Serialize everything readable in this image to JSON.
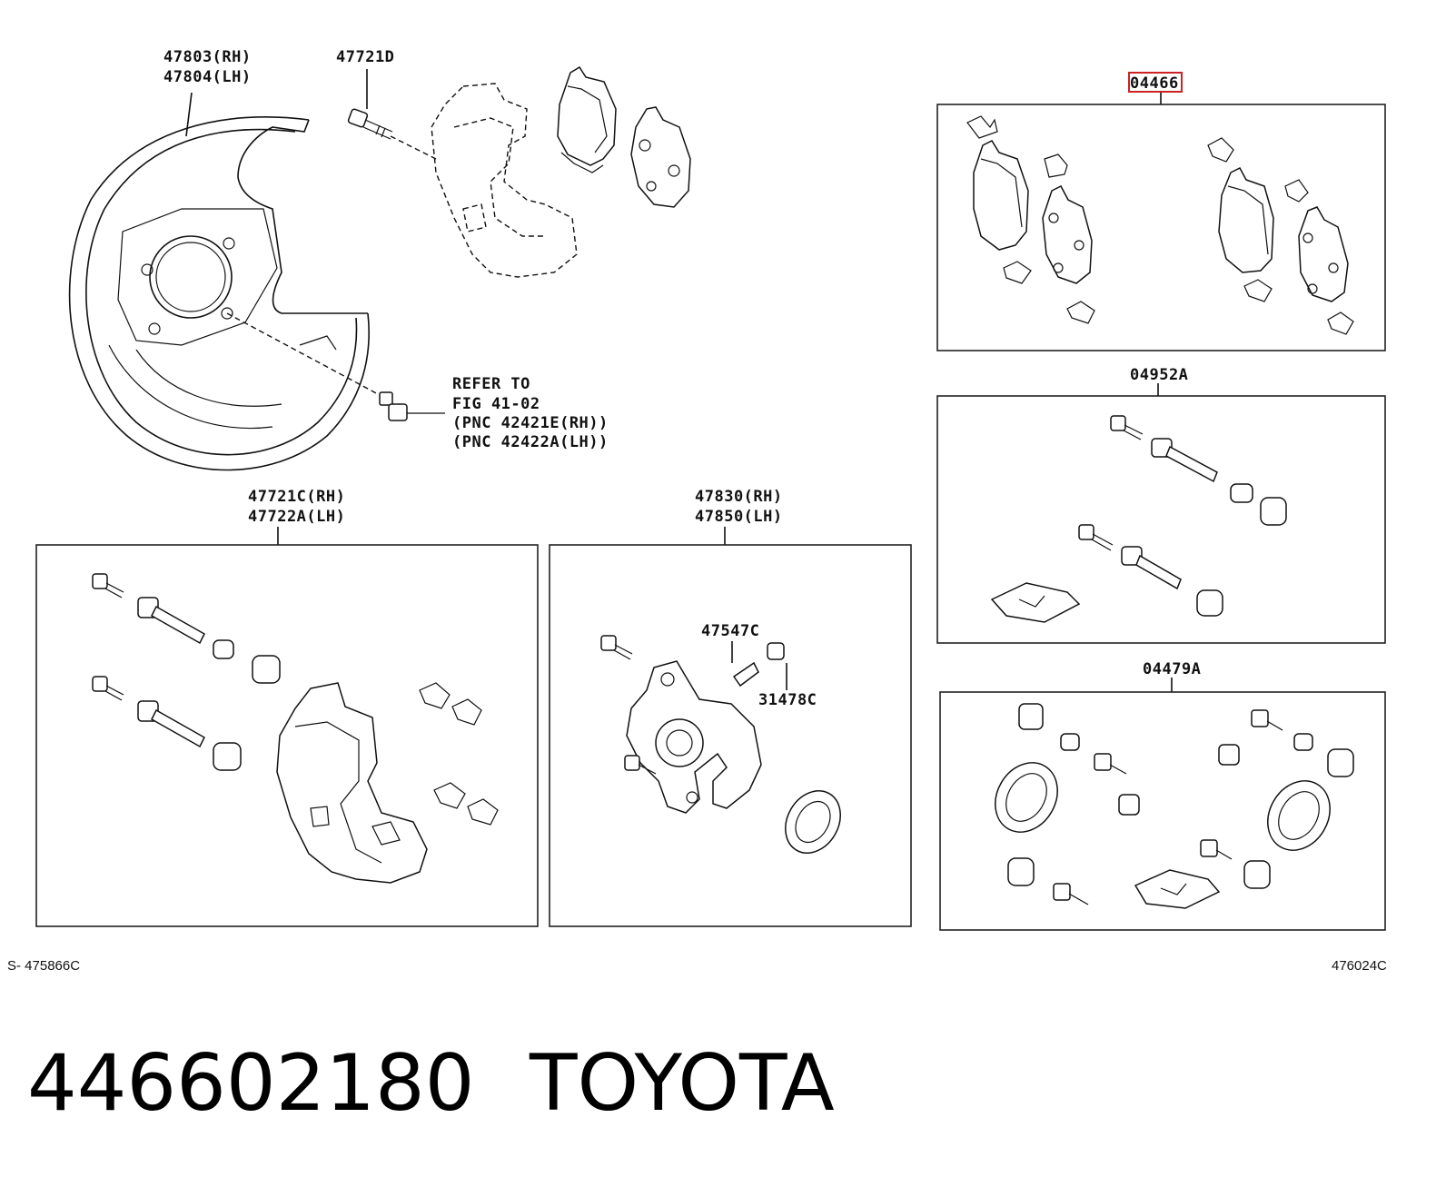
{
  "labels": {
    "shield_rh": "47803(RH)",
    "shield_lh": "47804(LH)",
    "bolt_top": "47721D",
    "refer_1": "REFER TO",
    "refer_2": "FIG 41-02",
    "refer_3": "(PNC 42421E(RH))",
    "refer_4": "(PNC 42422A(LH))",
    "pad_kit": "04466",
    "pin_kit": "04952A",
    "seal_kit": "04479A",
    "mount_rh": "47721C(RH)",
    "mount_lh": "47722A(LH)",
    "caliper_rh": "47830(RH)",
    "caliper_lh": "47850(LH)",
    "bleeder": "47547C",
    "cap": "31478C",
    "ref_left": "S- 475866C",
    "ref_right": "476024C"
  },
  "footer": {
    "part_number": "446602180",
    "brand": "TOYOTA"
  }
}
